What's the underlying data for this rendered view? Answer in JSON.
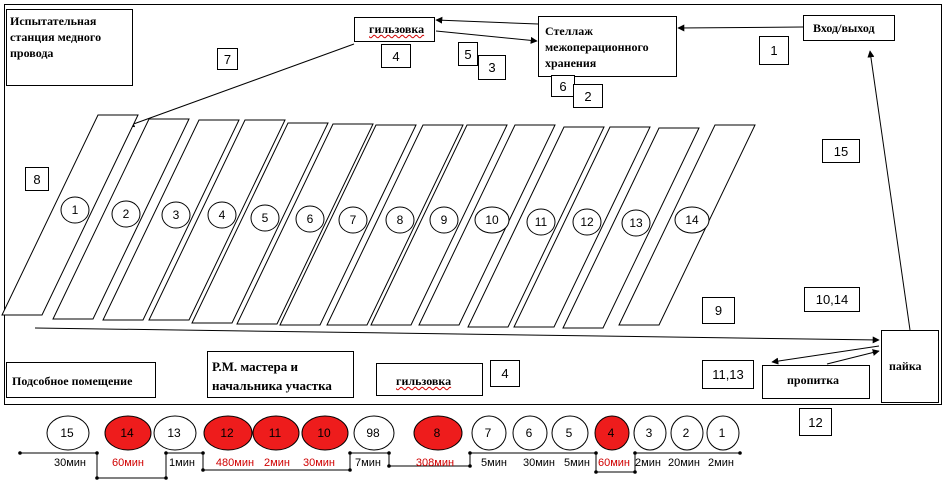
{
  "colors": {
    "red": "#ee1c1c",
    "stroke": "#000000",
    "red_text": "#d00000"
  },
  "rooms": {
    "test_station": "Испытательная\nстанция медного\nпровода",
    "gilzovka_top": "гильзовка",
    "rack": "Стеллаж\nмежоперационного\nхранения",
    "entrance": "Вход/выход",
    "aux_room": "Подсобное помещение",
    "master_office": "Р.М.     мастера и\nначальника участка",
    "gilzovka_bottom": "гильзовка",
    "soldering": "пайка",
    "impregnation": "пропитка"
  },
  "labels": {
    "n7": "7",
    "n4_top": "4",
    "n5": "5",
    "n3": "3",
    "n6": "6",
    "n2": "2",
    "n1": "1",
    "n8": "8",
    "n15": "15",
    "n9": "9",
    "n10_14": "10,14",
    "n4_bottom": "4",
    "n11_13": "11,13",
    "n12": "12"
  },
  "workstations": [
    "1",
    "2",
    "3",
    "4",
    "5",
    "6",
    "7",
    "8",
    "9",
    "10",
    "11",
    "12",
    "13",
    "14"
  ],
  "sequence": [
    {
      "label": "15",
      "red": false
    },
    {
      "label": "14",
      "red": true
    },
    {
      "label": "13",
      "red": false
    },
    {
      "label": "12",
      "red": true
    },
    {
      "label": "11",
      "red": true
    },
    {
      "label": "10",
      "red": true
    },
    {
      "label": "98",
      "red": false
    },
    {
      "label": "8",
      "red": true
    },
    {
      "label": "7",
      "red": false
    },
    {
      "label": "6",
      "red": false
    },
    {
      "label": "5",
      "red": false
    },
    {
      "label": "4",
      "red": true
    },
    {
      "label": "3",
      "red": false
    },
    {
      "label": "2",
      "red": false
    },
    {
      "label": "1",
      "red": false
    }
  ],
  "times": [
    {
      "label": "30мин",
      "red": false
    },
    {
      "label": "60мин",
      "red": true
    },
    {
      "label": "1мин",
      "red": false
    },
    {
      "label": "480мин",
      "red": true
    },
    {
      "label": "2мин",
      "red": true
    },
    {
      "label": "30мин",
      "red": true
    },
    {
      "label": "7мин",
      "red": false
    },
    {
      "label": "308мин",
      "red": true
    },
    {
      "label": "5мин",
      "red": false
    },
    {
      "label": "30мин",
      "red": false
    },
    {
      "label": "5мин",
      "red": false
    },
    {
      "label": "60мин",
      "red": true
    },
    {
      "label": "2мин",
      "red": false
    },
    {
      "label": "20мин",
      "red": false
    },
    {
      "label": "2мин",
      "red": false
    }
  ]
}
